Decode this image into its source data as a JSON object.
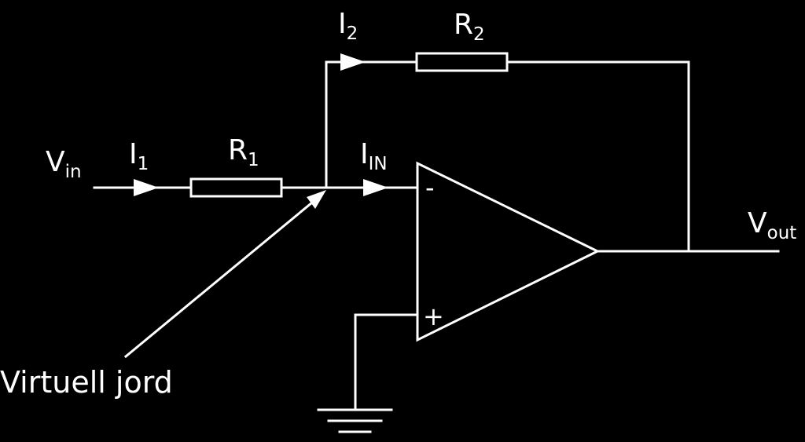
{
  "diagram": {
    "labels": {
      "vin_main": "V",
      "vin_sub": "in",
      "i1_main": "I",
      "i1_sub": "1",
      "r1_main": "R",
      "r1_sub": "1",
      "iin_main": "I",
      "iin_sub": "IN",
      "i2_main": "I",
      "i2_sub": "2",
      "r2_main": "R",
      "r2_sub": "2",
      "vout_main": "V",
      "vout_sub": "out",
      "minus": "-",
      "plus": "+",
      "virtual_ground": "Virtuell jord"
    },
    "colors": {
      "background": "#000000",
      "line": "#ffffff",
      "text": "#ffffff"
    }
  }
}
